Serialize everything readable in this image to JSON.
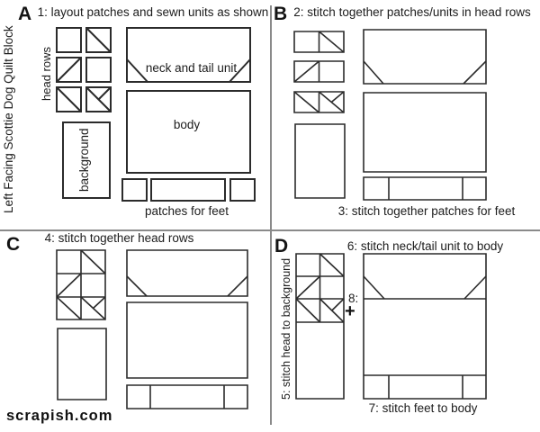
{
  "watermark": "scrapish.com",
  "sidebar_title": "Left Facing Scottie Dog Quilt Block",
  "colors": {
    "line": "#2b2b2b",
    "divider": "#8a8a8a",
    "text": "#1c1c1c",
    "page_background": "#ffffff"
  },
  "panel_a": {
    "letter": "A",
    "title": "1: layout patches and sewn units as shown",
    "head_rows_label": "head rows",
    "background_label": "background",
    "neck_tail_label": "neck and tail unit",
    "body_label": "body",
    "feet_caption": "patches for feet"
  },
  "panel_b": {
    "letter": "B",
    "title": "2: stitch together patches/units in head rows",
    "feet_caption": "3: stitch together patches for feet"
  },
  "panel_c": {
    "letter": "C",
    "title": "4: stitch together head rows"
  },
  "panel_d": {
    "letter": "D",
    "title": "6: stitch neck/tail unit to body",
    "side_label": "5: stitch head to background",
    "join_step_label": "8:",
    "join_plus": "+",
    "feet_caption": "7: stitch feet to body"
  }
}
